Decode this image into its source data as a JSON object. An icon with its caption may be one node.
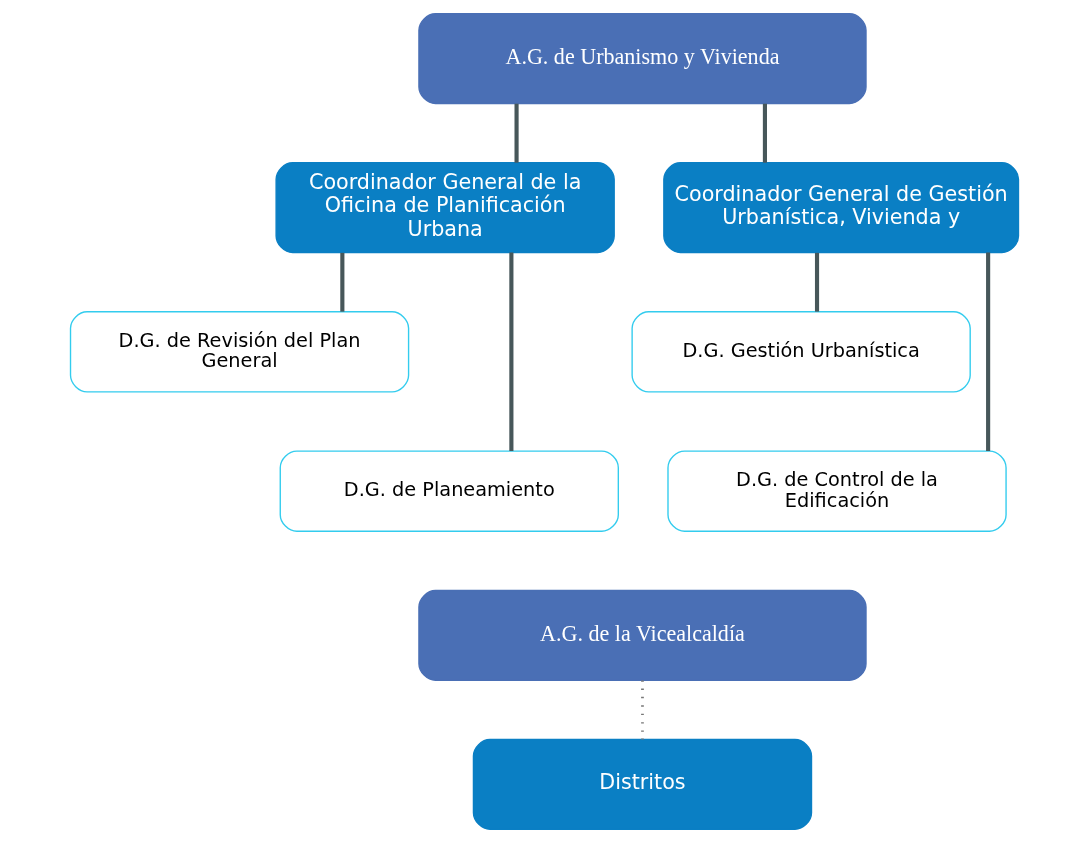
{
  "diagram": {
    "nodes": [
      {
        "text": [
          "A.G. de Urbanismo y Vivienda"
        ]
      },
      {
        "text": [
          "Coordinador General de la Oficina de Planificación Urbana"
        ]
      },
      {
        "text": [
          "Coordinador General de Gestión Urbanística, Vivienda y"
        ]
      },
      {
        "text": [
          "D.G. de Revisión del Plan General"
        ]
      },
      {
        "text": [
          "D.G. de Planeamiento"
        ]
      },
      {
        "text": [
          "D.G. Gestión Urbanística"
        ]
      },
      {
        "text": [
          "D.G. de Control de la Edificación"
        ]
      },
      {
        "text": [
          "A.G. de la Vicealcaldía"
        ]
      },
      {
        "text": [
          "Distritos"
        ]
      }
    ],
    "edges": [
      {
        "from": 0,
        "to": 1,
        "arrow": "none"
      },
      {
        "from": 0,
        "to": 2,
        "arrow": "none"
      },
      {
        "from": 1,
        "to": 3,
        "arrow": "none"
      },
      {
        "from": 1,
        "to": 4,
        "arrow": "none"
      },
      {
        "from": 2,
        "to": 5,
        "arrow": "none"
      },
      {
        "from": 2,
        "to": 6,
        "arrow": "none"
      },
      {
        "from": 7,
        "to": 8,
        "arrow": "none",
        "style": "dashed",
        "color": "#777777"
      }
    ]
  }
}
